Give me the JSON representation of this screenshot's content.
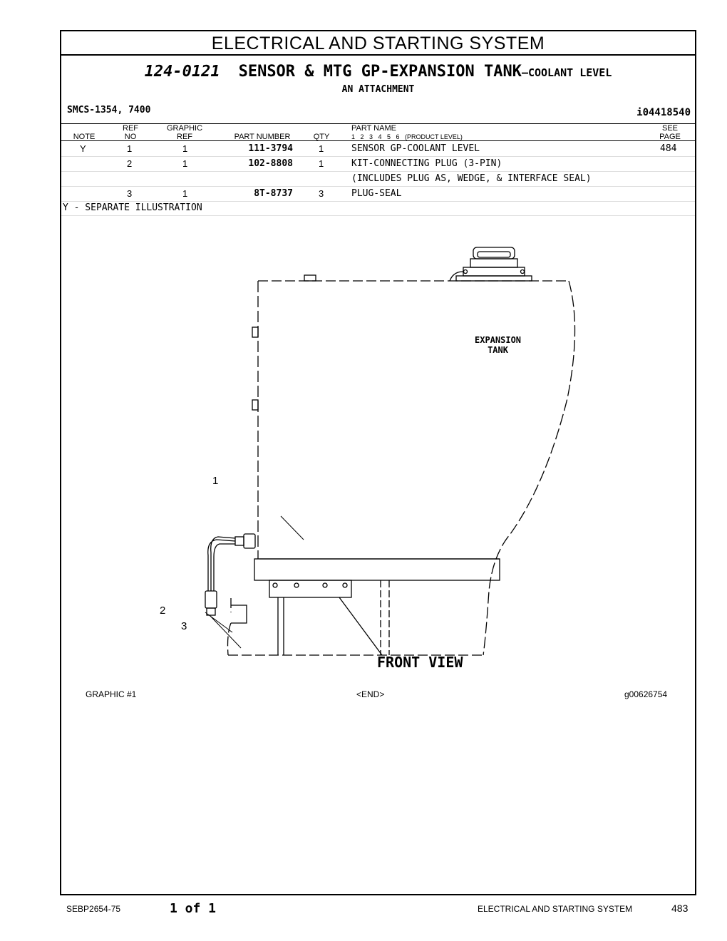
{
  "header": {
    "section_title": "ELECTRICAL AND STARTING SYSTEM",
    "group_part_number": "124-0121",
    "group_name": "SENSOR & MTG GP-EXPANSION TANK",
    "group_name_suffix": "–COOLANT LEVEL",
    "subtitle": "AN ATTACHMENT",
    "smcs": "SMCS-1354, 7400",
    "doc_id": "i04418540"
  },
  "table": {
    "columns": {
      "note": "NOTE",
      "ref_no": [
        "REF",
        "NO"
      ],
      "graphic_ref": [
        "GRAPHIC",
        "REF"
      ],
      "part_number": "PART NUMBER",
      "qty": "QTY",
      "part_name": "PART NAME",
      "product_levels": "1   2   3   4   5   6   (PRODUCT LEVEL)",
      "see_page": [
        "SEE",
        "PAGE"
      ]
    },
    "rows": [
      {
        "note": "Y",
        "ref_no": "1",
        "graphic_ref": "1",
        "part_number": "111-3794",
        "qty": "1",
        "part_name": "SENSOR GP-COOLANT LEVEL",
        "see_page": "484"
      },
      {
        "note": "",
        "ref_no": "2",
        "graphic_ref": "1",
        "part_number": "102-8808",
        "qty": "1",
        "part_name": "KIT-CONNECTING PLUG (3-PIN)",
        "see_page": ""
      },
      {
        "note": "",
        "ref_no": "",
        "graphic_ref": "",
        "part_number": "",
        "qty": "",
        "part_name": "(INCLUDES PLUG AS, WEDGE, & INTERFACE SEAL)",
        "see_page": ""
      },
      {
        "note": "",
        "ref_no": "3",
        "graphic_ref": "1",
        "part_number": "8T-8737",
        "qty": "3",
        "part_name": "PLUG-SEAL",
        "see_page": ""
      }
    ],
    "footnote": "Y - SEPARATE ILLUSTRATION"
  },
  "illustration": {
    "tank_label": [
      "EXPANSION",
      "TANK"
    ],
    "view_label": "FRONT VIEW",
    "callouts": [
      "1",
      "2",
      "3"
    ],
    "graphic_label": "GRAPHIC #1",
    "end_label": "<END>",
    "graphic_id": "g00626754"
  },
  "footer": {
    "doc_number": "SEBP2654-75",
    "page_of": "1 of 1",
    "section": "ELECTRICAL AND STARTING SYSTEM",
    "page_number": "483"
  }
}
